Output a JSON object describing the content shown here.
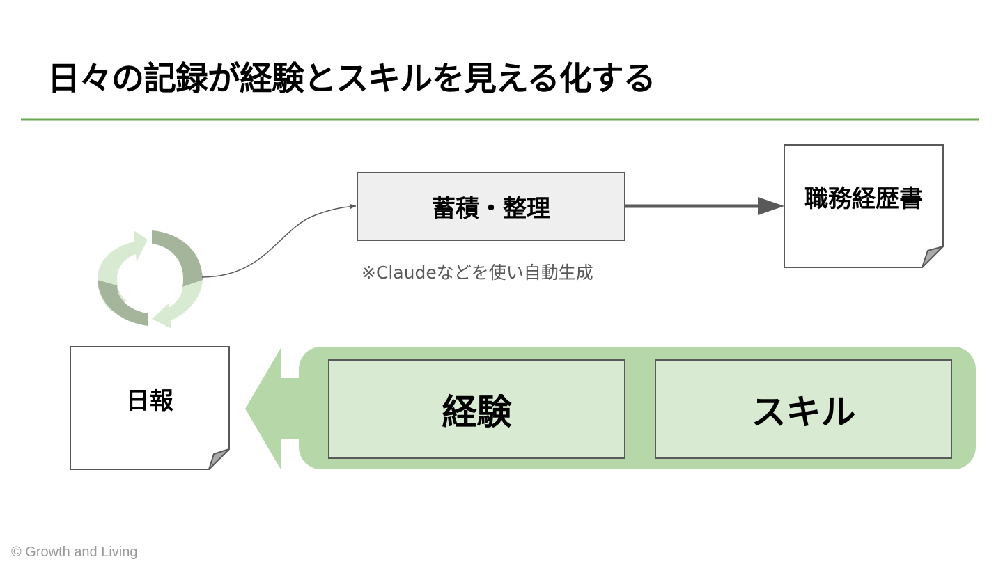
{
  "slide": {
    "title": "日々の記録が経験とスキルを見える化する",
    "footer": "© Growth and Living"
  },
  "diagram": {
    "process_box_label": "蓄積・整理",
    "output_doc_label": "職務経歴書",
    "input_doc_label": "日報",
    "note": "※Claudeなどを使い自動生成",
    "experience_label": "経験",
    "skill_label": "スキル"
  },
  "colors": {
    "title_rule": "#6aa84f",
    "container_green": "#b6d7a8",
    "inner_box_green": "#d9ead3",
    "process_box_fill": "#efefef",
    "border": "#595959",
    "cycle_light": "#d9ead3",
    "cycle_dark": "#a5b59b"
  },
  "icons": {
    "cycle": "cycle-arrows-icon",
    "arrow_right": "arrow-right-icon",
    "arrow_left": "arrow-left-icon"
  }
}
